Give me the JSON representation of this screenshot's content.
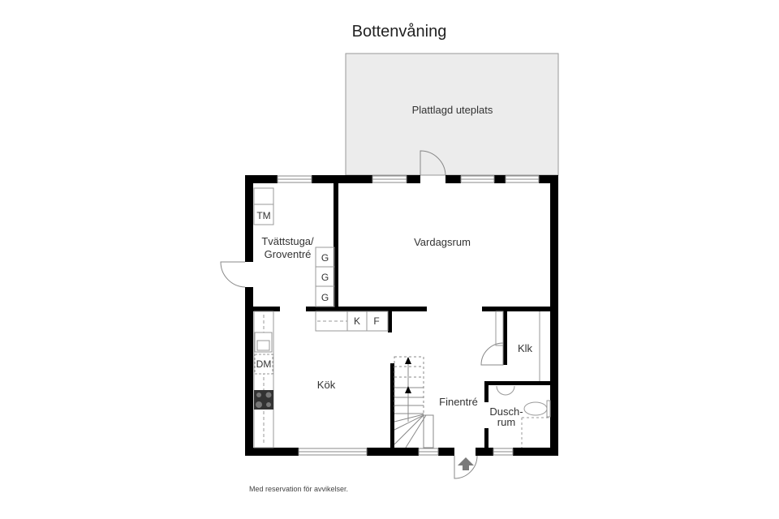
{
  "title": "Bottenvåning",
  "rooms": {
    "patio": "Plattlagd uteplats",
    "living": "Vardagsrum",
    "laundry_line1": "Tvättstuga/",
    "laundry_line2": "Groventré",
    "kitchen": "Kök",
    "hall": "Finentré",
    "closet": "Klk",
    "shower_line1": "Dusch-",
    "shower_line2": "rum"
  },
  "fixtures": {
    "washer": "TM",
    "dishwasher": "DM",
    "wardrobes": [
      "G",
      "G",
      "G"
    ],
    "fridge": "K",
    "freezer": "F"
  },
  "footer": "Med reservation för avvikelser.",
  "colors": {
    "wall": "#000000",
    "patio_fill": "#ececec",
    "patio_stroke": "#999999",
    "entry_arrow": "#7a7a7a"
  }
}
